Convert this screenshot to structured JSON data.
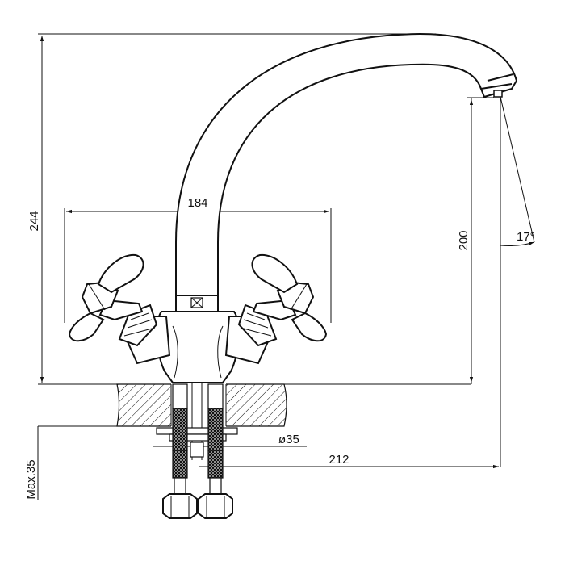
{
  "drawing": {
    "dimensions": {
      "total_height": "244",
      "handle_span": "184",
      "spout_height": "200",
      "spout_angle": "17°",
      "hole_diameter": "ø35",
      "spout_reach": "212",
      "max_thickness": "Max.35"
    }
  }
}
